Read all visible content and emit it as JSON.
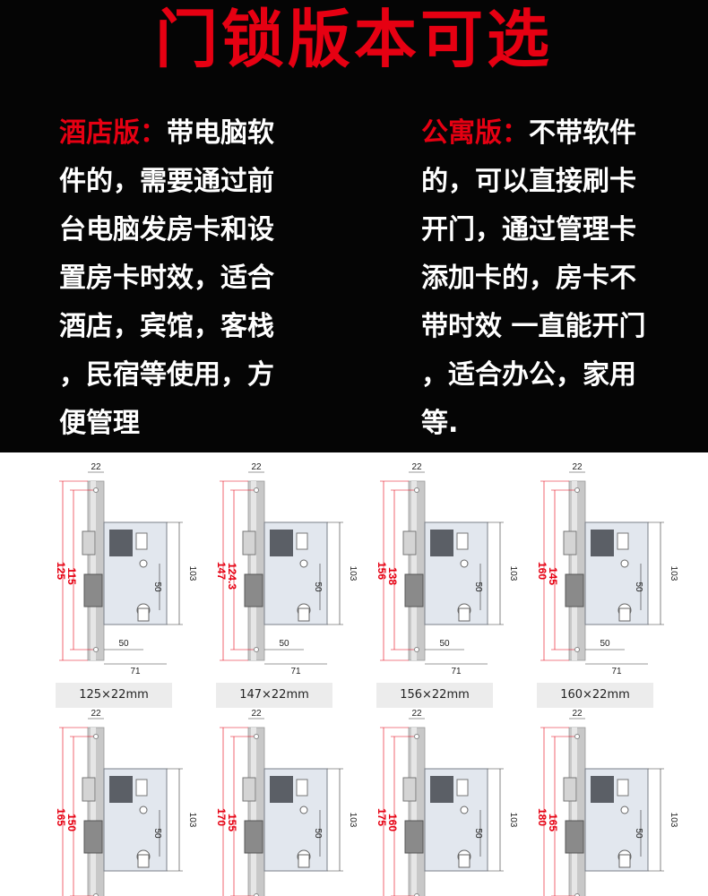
{
  "headline": "门锁版本可选",
  "hotel": {
    "label": "酒店版：",
    "lines": [
      "带电脑软",
      "件的，需要通过前",
      "台电脑发房卡和设",
      "置房卡时效，适合",
      "酒店，宾馆，客栈",
      "，民宿等使用，方",
      "便管理"
    ]
  },
  "apartment": {
    "label": "公寓版：",
    "lines": [
      "不带软件",
      "的，可以直接刷卡",
      "开门，通过管理卡",
      "添加卡的，房卡不",
      "带时效  一直能开门",
      "，适合办公，家用",
      "等."
    ]
  },
  "locks": [
    {
      "total": "125",
      "inner": "115",
      "top": "22",
      "right": "103",
      "mid": "50",
      "b1": "50",
      "b2": "71",
      "caption": "125×22mm"
    },
    {
      "total": "147",
      "inner": "124.3",
      "top": "22",
      "right": "103",
      "mid": "50",
      "b1": "50",
      "b2": "71",
      "caption": "147×22mm"
    },
    {
      "total": "156",
      "inner": "138",
      "top": "22",
      "right": "103",
      "mid": "50",
      "b1": "50",
      "b2": "71",
      "caption": "156×22mm"
    },
    {
      "total": "160",
      "inner": "145",
      "top": "22",
      "right": "103",
      "mid": "50",
      "b1": "50",
      "b2": "71",
      "caption": "160×22mm"
    },
    {
      "total": "165",
      "inner": "150",
      "top": "22",
      "right": "103",
      "mid": "50",
      "b1": "",
      "b2": "",
      "caption": ""
    },
    {
      "total": "170",
      "inner": "155",
      "top": "22",
      "right": "103",
      "mid": "50",
      "b1": "",
      "b2": "",
      "caption": ""
    },
    {
      "total": "175",
      "inner": "160",
      "top": "22",
      "right": "103",
      "mid": "50",
      "b1": "",
      "b2": "",
      "caption": ""
    },
    {
      "total": "180",
      "inner": "165",
      "top": "22",
      "right": "103",
      "mid": "50",
      "b1": "",
      "b2": "",
      "caption": ""
    }
  ],
  "colors": {
    "accent": "#e60012",
    "background": "#050505",
    "text": "#ffffff"
  }
}
